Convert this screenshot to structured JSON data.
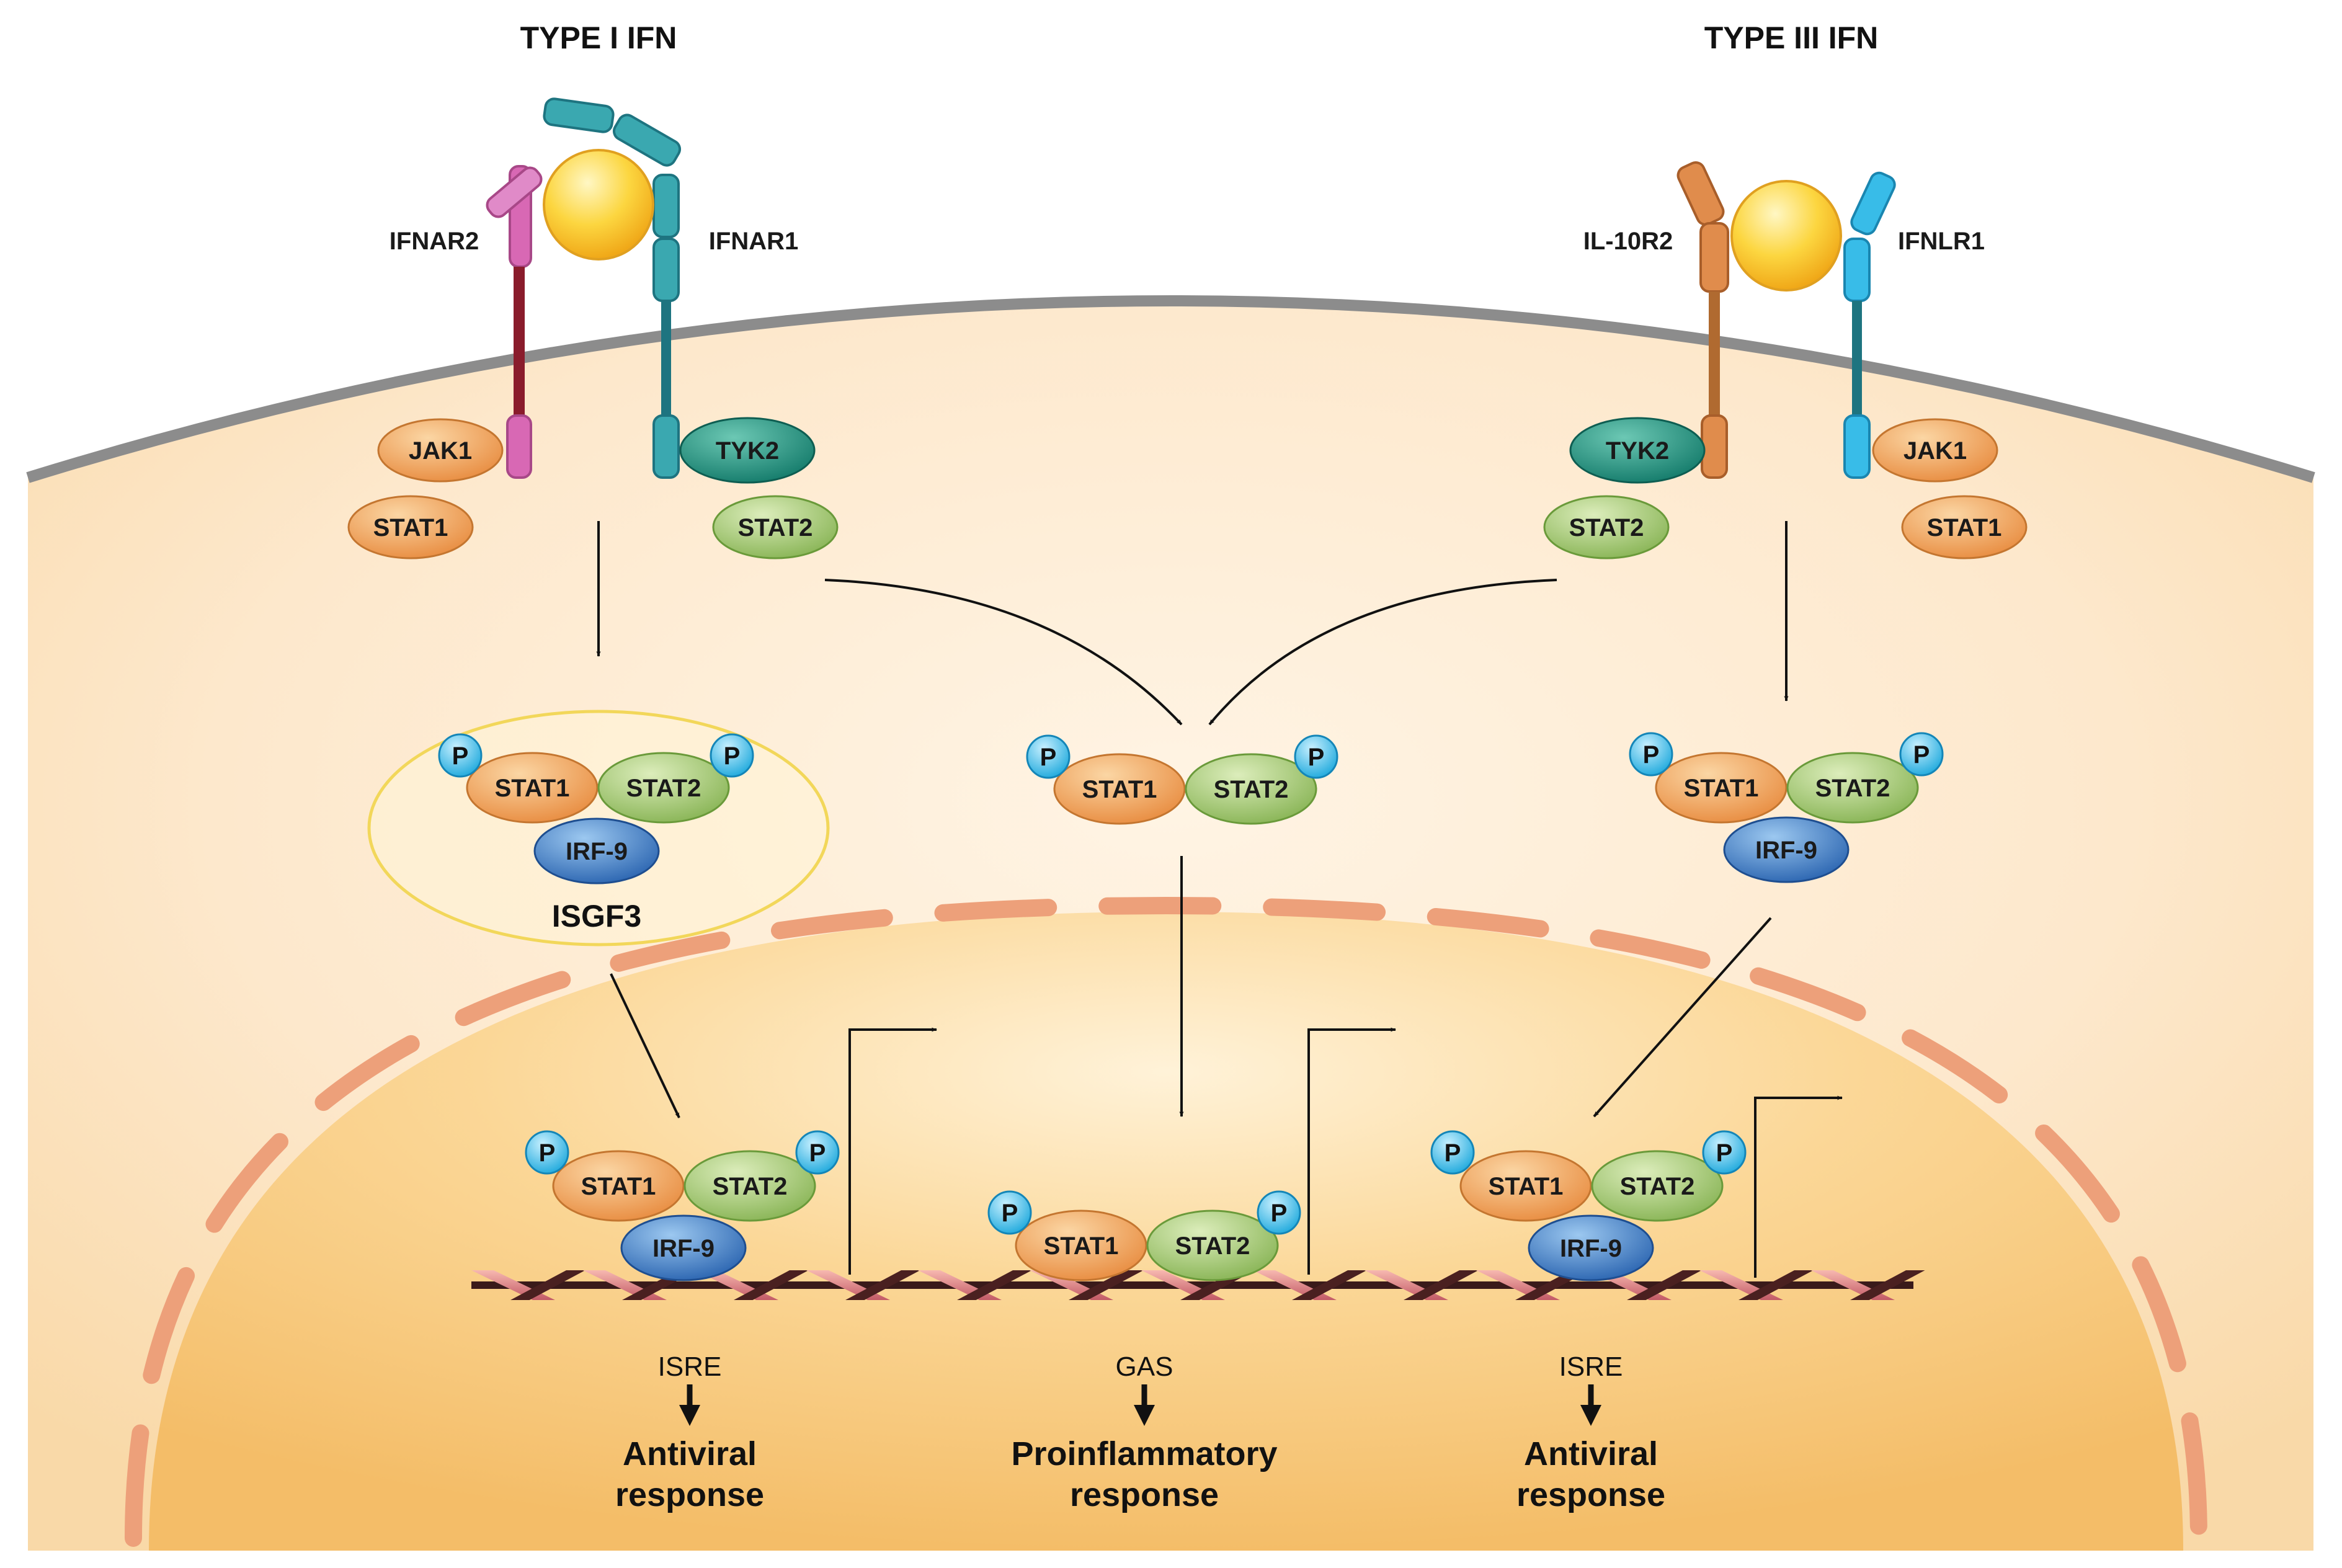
{
  "headers": {
    "type1": "TYPE I IFN",
    "type3": "TYPE III IFN"
  },
  "receptors": {
    "ifnar2": "IFNAR2",
    "ifnar1": "IFNAR1",
    "il10r2": "IL-10R2",
    "ifnlr1": "IFNLR1"
  },
  "membrane_proteins": {
    "jak1_left": "JAK1",
    "stat1_left": "STAT1",
    "tyk2_left": "TYK2",
    "stat2_left": "STAT2",
    "tyk2_right": "TYK2",
    "stat2_right": "STAT2",
    "jak1_right": "JAK1",
    "stat1_right": "STAT1"
  },
  "phospho": "P",
  "complexes": {
    "stat1": "STAT1",
    "stat2": "STAT2",
    "irf9": "IRF-9",
    "isgf3": "ISGF3"
  },
  "outputs": [
    {
      "site": "ISRE",
      "response_line1": "Antiviral",
      "response_line2": "response"
    },
    {
      "site": "GAS",
      "response_line1": "Proinflammatory",
      "response_line2": "response"
    },
    {
      "site": "ISRE",
      "response_line1": "Antiviral",
      "response_line2": "response"
    }
  ],
  "colors": {
    "cytoplasm": "#fce6c6",
    "nucleus": "#f8cc7e",
    "stat1": "#f0a45a",
    "stat2": "#a8cc78",
    "irf9": "#4a88cc",
    "tyk2": "#2c9484",
    "jak1": "#f4a454",
    "phospho": "#4ac2e8",
    "ifnar2": "#d868b4",
    "ifnar1": "#2e9ca8",
    "il10r2": "#e08c4c",
    "ifnlr1": "#38bce8",
    "ligand": "#f8c828",
    "nuclear_envelope": "#eda07a"
  }
}
